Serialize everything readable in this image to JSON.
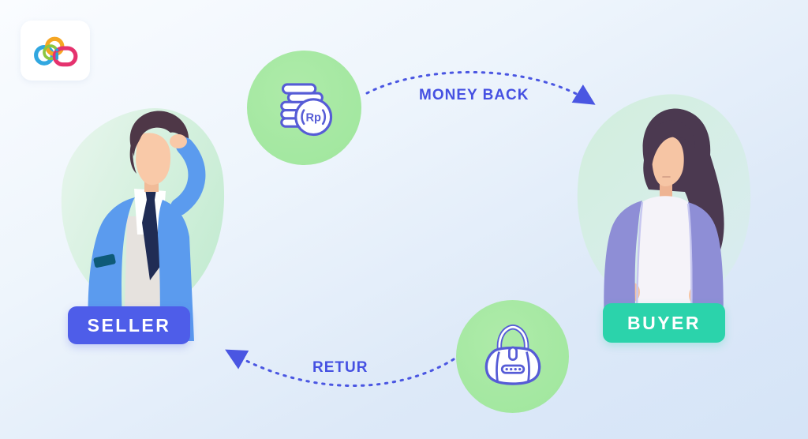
{
  "logo": {
    "icon": "cloud-logo-icon",
    "colors": {
      "blue": "#31a7e0",
      "orange": "#f5a623",
      "green": "#8dc63f",
      "pink": "#e5326e",
      "dot": "#2d9fd8"
    }
  },
  "actors": {
    "seller": {
      "label": "SELLER",
      "badge_color": "#4e5de9",
      "figure": "man-scratching-head"
    },
    "buyer": {
      "label": "BUYER",
      "badge_color": "#2bd3ab",
      "figure": "woman-long-hair"
    }
  },
  "flows": {
    "money_back": {
      "label": "MONEY BACK",
      "direction": "seller-to-buyer",
      "icon": "coins-icon",
      "currency": "Rp"
    },
    "retur": {
      "label": "RETUR",
      "direction": "buyer-to-seller",
      "icon": "handbag-icon"
    }
  },
  "colors": {
    "arrow": "#4a56e2",
    "flow_label": "#4550e2",
    "icon_outline": "#5a60d8",
    "icon_circle_green": "#a3e7a0",
    "background_top": "#fafcff",
    "background_bottom": "#d5e4f7"
  }
}
